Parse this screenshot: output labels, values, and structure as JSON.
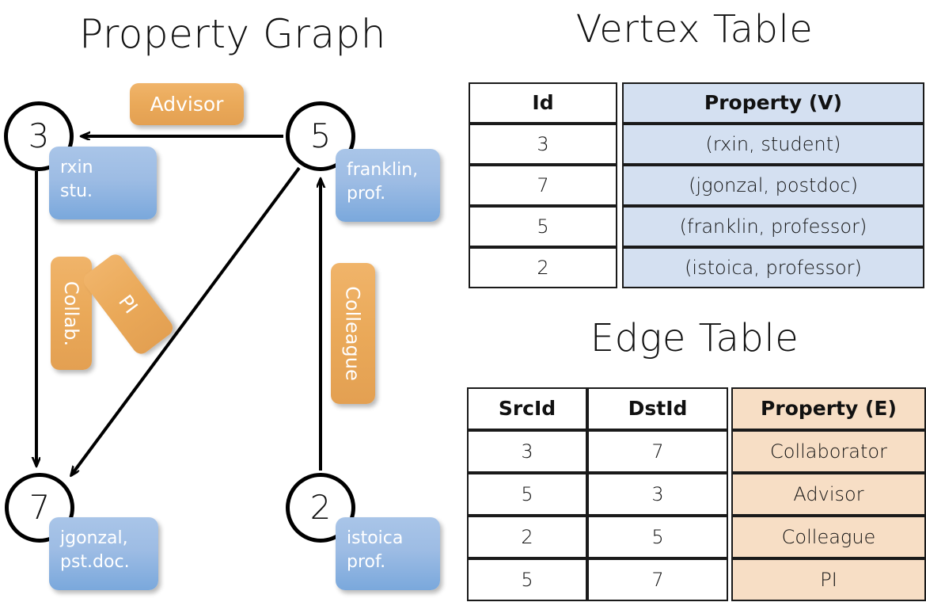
{
  "titles": {
    "property_graph": "Property Graph",
    "vertex_table": "Vertex Table",
    "edge_table": "Edge Table"
  },
  "graph": {
    "nodes": [
      {
        "id": "3",
        "property_lines": [
          "rxin",
          "stu."
        ]
      },
      {
        "id": "5",
        "property_lines": [
          "franklin,",
          "prof."
        ]
      },
      {
        "id": "7",
        "property_lines": [
          "jgonzal,",
          "pst.doc."
        ]
      },
      {
        "id": "2",
        "property_lines": [
          "istoica",
          "prof."
        ]
      }
    ],
    "node_property_boxes": {
      "rxin": "rxin\nstu.",
      "franklin": "franklin,\nprof.",
      "jgonzal": "jgonzal,\npst.doc.",
      "istoica": "istoica\nprof."
    },
    "edge_labels": {
      "advisor": "Advisor",
      "collab": "Collab.",
      "pi": "PI",
      "colleague": "Colleague"
    },
    "edges": [
      {
        "src": "5",
        "dst": "3",
        "label": "Advisor"
      },
      {
        "src": "3",
        "dst": "7",
        "label": "Collab."
      },
      {
        "src": "5",
        "dst": "7",
        "label": "PI"
      },
      {
        "src": "2",
        "dst": "5",
        "label": "Colleague"
      }
    ]
  },
  "vertex_table": {
    "columns": [
      "Id",
      "Property (V)"
    ],
    "rows": [
      {
        "id": "3",
        "property": "(rxin, student)"
      },
      {
        "id": "7",
        "property": "(jgonzal, postdoc)"
      },
      {
        "id": "5",
        "property": "(franklin, professor)"
      },
      {
        "id": "2",
        "property": "(istoica, professor)"
      }
    ]
  },
  "edge_table": {
    "columns": [
      "SrcId",
      "DstId",
      "Property (E)"
    ],
    "rows": [
      {
        "src": "3",
        "dst": "7",
        "property": "Collaborator"
      },
      {
        "src": "5",
        "dst": "3",
        "property": "Advisor"
      },
      {
        "src": "2",
        "dst": "5",
        "property": "Colleague"
      },
      {
        "src": "5",
        "dst": "7",
        "property": "PI"
      }
    ]
  },
  "colors": {
    "vertex_fill": "#d4e0f1",
    "edge_fill": "#f7dec5",
    "node_property_box": "#9dbce4",
    "edge_label_box": "#eaa959",
    "stroke": "#000000"
  }
}
